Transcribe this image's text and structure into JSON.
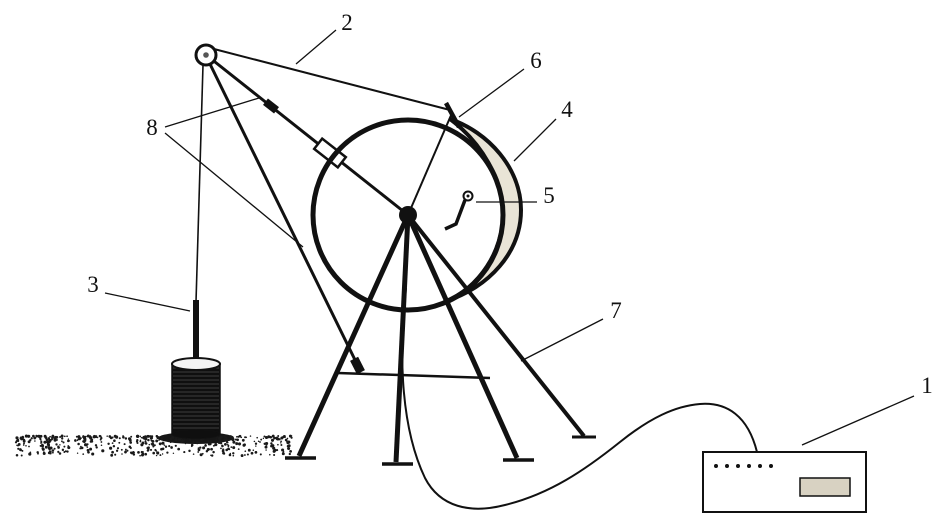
{
  "labels": {
    "l1": "1",
    "l2": "2",
    "l3": "3",
    "l4": "4",
    "l5": "5",
    "l6": "6",
    "l7": "7",
    "l8": "8"
  },
  "colors": {
    "ink": "#111111",
    "crescent": "#e9e4d6",
    "button": "#d8d2c2",
    "ground_dot": "#1a1a1a",
    "background": "#ffffff"
  }
}
